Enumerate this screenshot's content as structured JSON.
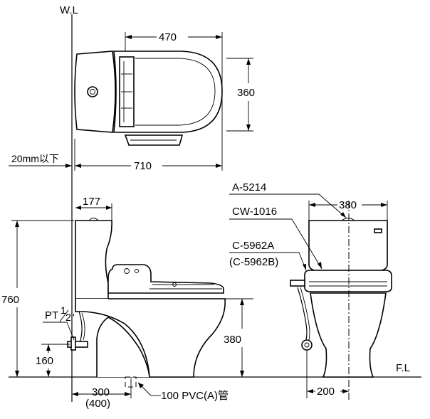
{
  "labels": {
    "wall_line": "W.L",
    "floor_line": "F.L",
    "wall_offset": "20mm以下",
    "seat_model": "A-5214",
    "tank_model": "CW-1016",
    "bowl_model": "C-5962A",
    "bowl_model_alt": "(C-5962B)",
    "supply_pipe": "PT",
    "supply_pipe_size_num": "1",
    "supply_pipe_size_den": "2\"",
    "drain_pipe": "100 PVC(A)管"
  },
  "dimensions": {
    "seat_length": "470",
    "seat_width": "360",
    "overall_length": "710",
    "tank_depth": "177",
    "overall_height": "760",
    "bowl_rim_height": "380",
    "tank_width": "380",
    "supply_height": "160",
    "drain_offset": "300",
    "drain_offset_alt": "(400)",
    "supply_offset": "200"
  }
}
